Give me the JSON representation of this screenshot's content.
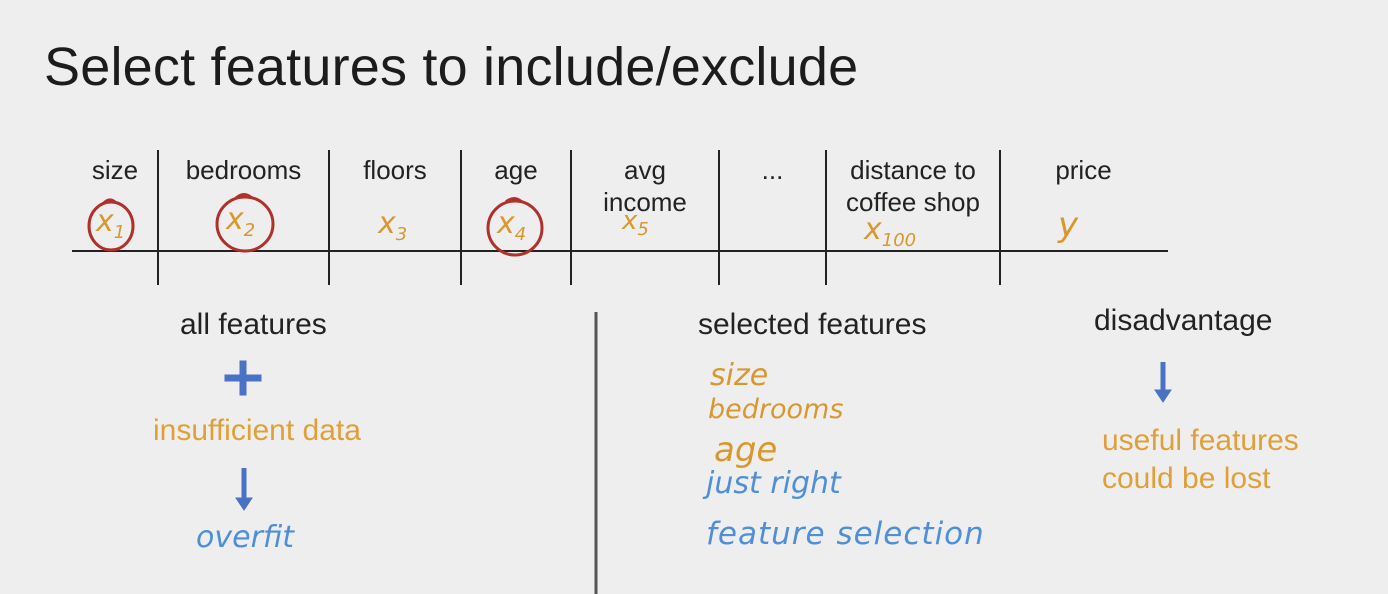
{
  "title": "Select features to include/exclude",
  "table": {
    "columns": [
      {
        "header": "size",
        "symbol": "x",
        "sub": "1",
        "selected": true
      },
      {
        "header": "bedrooms",
        "symbol": "x",
        "sub": "2",
        "selected": true
      },
      {
        "header": "floors",
        "symbol": "x",
        "sub": "3",
        "selected": false
      },
      {
        "header": "age",
        "symbol": "x",
        "sub": "4",
        "selected": true
      },
      {
        "header": "avg\nincome",
        "symbol": "x",
        "sub": "5",
        "selected": false
      },
      {
        "header": "...",
        "symbol": "",
        "sub": "",
        "selected": false
      },
      {
        "header": "distance to\ncoffee shop",
        "symbol": "x",
        "sub": "100",
        "selected": false
      },
      {
        "header": "price",
        "symbol": "y",
        "sub": "",
        "selected": false
      }
    ]
  },
  "left": {
    "heading": "all features",
    "plus": "+",
    "condition": "insufficient data",
    "result": "overfit"
  },
  "middle": {
    "heading": "selected features",
    "features": [
      "size",
      "bedrooms",
      "age"
    ],
    "note": "just right",
    "method": "feature selection"
  },
  "right": {
    "heading": "disadvantage",
    "consequence_line1": "useful features",
    "consequence_line2": "could be lost"
  },
  "colors": {
    "handwriting_orange": "#d9982e",
    "handwriting_blue": "#4f8fd8",
    "circle_red": "#b0302a",
    "arrow_blue": "#4a72c4",
    "text_orange": "#e0a039"
  }
}
